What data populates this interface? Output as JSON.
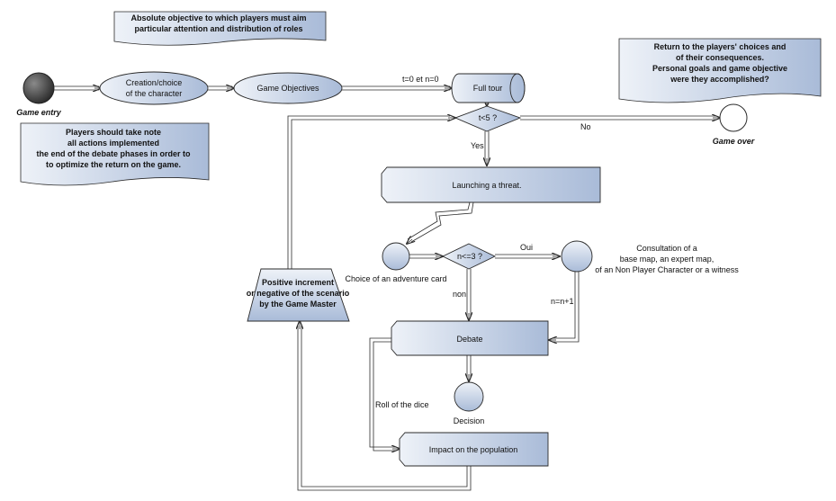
{
  "colors": {
    "shape_fill_light": "#eef2f8",
    "shape_fill_dark": "#a9bbd8",
    "stroke": "#2b2b2b",
    "start_node": "#2a2a2a"
  },
  "nodes": {
    "game_entry": "Game entry",
    "creation": [
      "Creation/choice",
      "of the character"
    ],
    "objectives": "Game Objectives",
    "full_tour": "Full tour",
    "loop_decision": "t<5 ?",
    "game_over": "Game over",
    "launching": "Launching a threat.",
    "adventure_card": "Choice of an adventure card",
    "card_decision": "n<=3 ?",
    "consultation": [
      "Consultation of a",
      "base map, an expert map,",
      "of an Non Player Character or a witness"
    ],
    "debate": "Debate",
    "decision": "Decision",
    "impact": "Impact on the population",
    "increment": [
      "Positive increment",
      "or negative of the scenario",
      "by the Game Master"
    ]
  },
  "edges": {
    "t_n_init": "t=0 et n=0",
    "no": "No",
    "yes": "Yes",
    "oui": "Oui",
    "non": "non",
    "n_inc": "n=n+1",
    "roll": "Roll of the dice"
  },
  "notes": {
    "objective": [
      "Absolute objective to which players must aim",
      "particular attention and distribution of roles"
    ],
    "players": [
      "Players should take note",
      "all actions implemented",
      "the end of the debate phases in order to",
      "to optimize the return on the game."
    ],
    "return": [
      "Return to the players' choices and",
      "of their consequences.",
      "Personal goals and game objective",
      "were they accomplished?"
    ]
  }
}
